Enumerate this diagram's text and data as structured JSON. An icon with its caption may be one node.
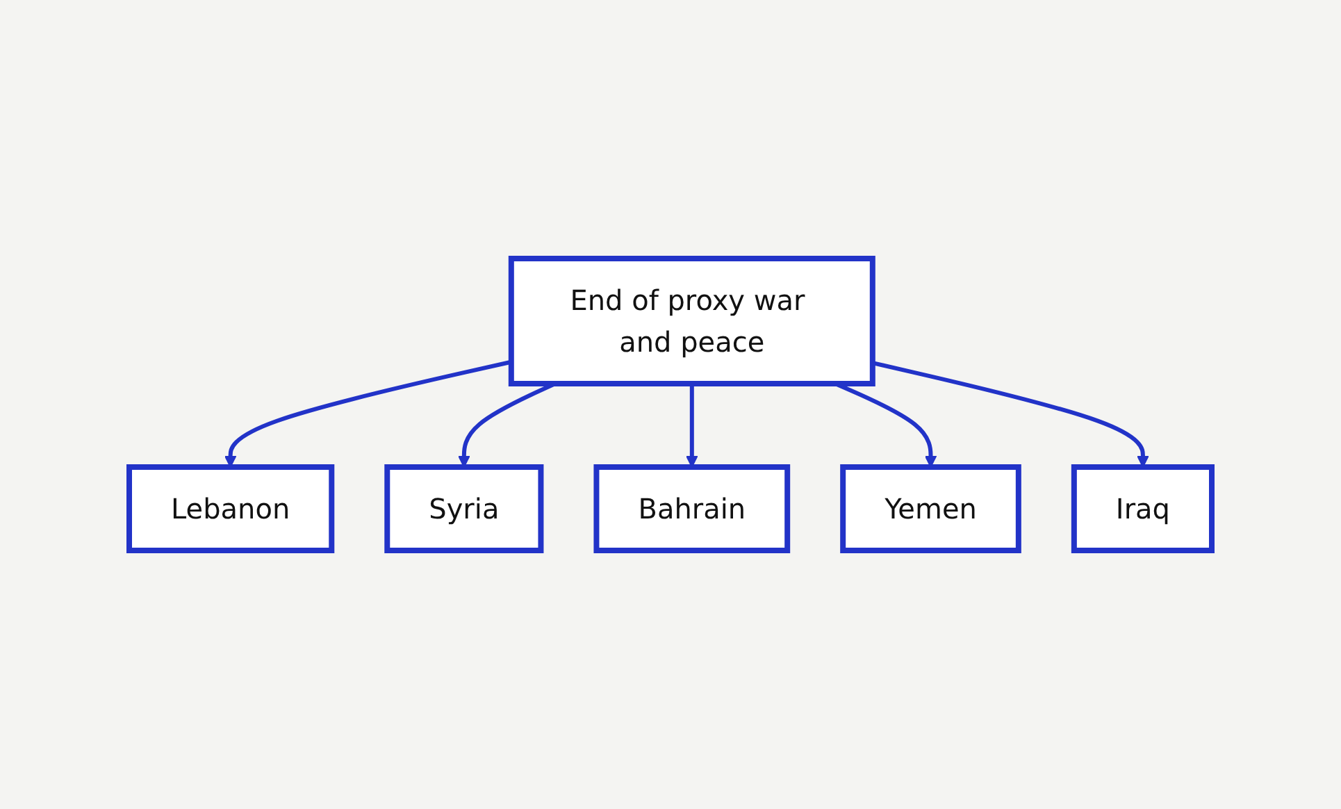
{
  "diagram": {
    "nodes": [
      {
        "text": [
          "Lebanon"
        ]
      },
      {
        "text": [
          "Syria"
        ]
      },
      {
        "text": [
          "End of proxy war and peace"
        ]
      },
      {
        "text": [
          "Bahrain"
        ]
      },
      {
        "text": [
          "Yemen"
        ]
      },
      {
        "text": [
          "Iraq"
        ]
      }
    ],
    "edges": [
      {
        "from": 2,
        "to": 0,
        "arrow": "to"
      },
      {
        "from": 2,
        "to": 1,
        "arrow": "to"
      },
      {
        "from": 2,
        "to": 3,
        "arrow": "to"
      },
      {
        "from": 2,
        "to": 4,
        "arrow": "to"
      },
      {
        "from": 2,
        "to": 5,
        "arrow": "to"
      }
    ]
  }
}
